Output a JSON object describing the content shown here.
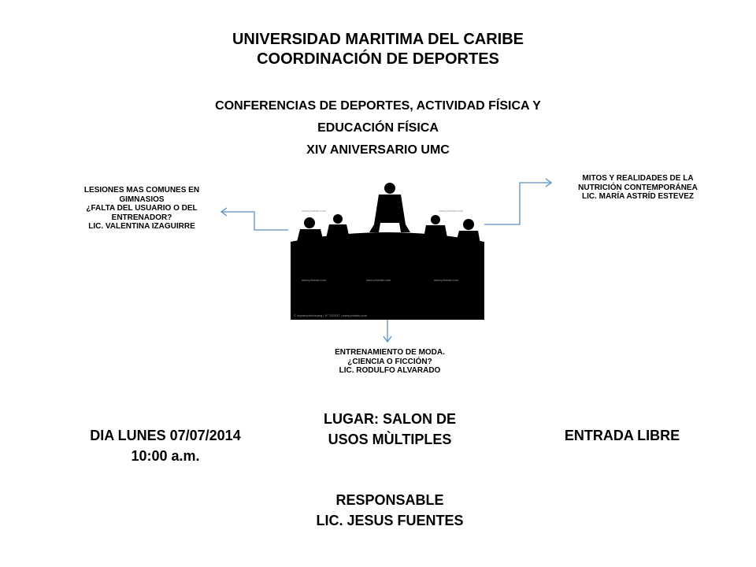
{
  "header": {
    "university": "UNIVERSIDAD MARITIMA DEL CARIBE",
    "department": "COORDINACIÓN DE DEPORTES"
  },
  "conference": {
    "line1": "CONFERENCIAS DE DEPORTES, ACTIVIDAD FÍSICA Y",
    "line2": "EDUCACIÓN FÍSICA",
    "line3": "XIV ANIVERSARIO UMC"
  },
  "talks": {
    "left": {
      "line1": "LESIONES MAS COMUNES EN",
      "line2": "GIMNASIOS",
      "line3": "¿FALTA DEL USUARIO O DEL",
      "line4": "ENTRENADOR?",
      "speaker": "LIC. VALENTINA IZAGUIRRE"
    },
    "right": {
      "line1": "MITOS Y REALIDADES DE LA",
      "line2": "NUTRICIÓN CONTEMPORÁNEA",
      "speaker": "LIC. MARÍA ASTRÍD ESTEVEZ"
    },
    "bottom": {
      "line1": "ENTRENAMIENTO DE MODA.",
      "line2": "¿CIENCIA O FICCIÓN?",
      "speaker": "LIC. RODULFO ALVARADO"
    }
  },
  "event": {
    "date": "DIA LUNES 07/07/2014",
    "time": "10:00 a.m.",
    "place_line1": "LUGAR: SALON DE",
    "place_line2": "USOS MÙLTIPLES",
    "admission": "ENTRADA LIBRE",
    "responsible_label": "RESPONSABLE",
    "responsible_name": "LIC. JESUS FUENTES"
  },
  "illustration": {
    "watermark": "www.photaki.com",
    "caption": "© Ingramphotostang | N° 333337 | www.photaki.com"
  },
  "colors": {
    "text": "#000000",
    "arrow": "#5b8ec4",
    "silhouette": "#000000"
  }
}
